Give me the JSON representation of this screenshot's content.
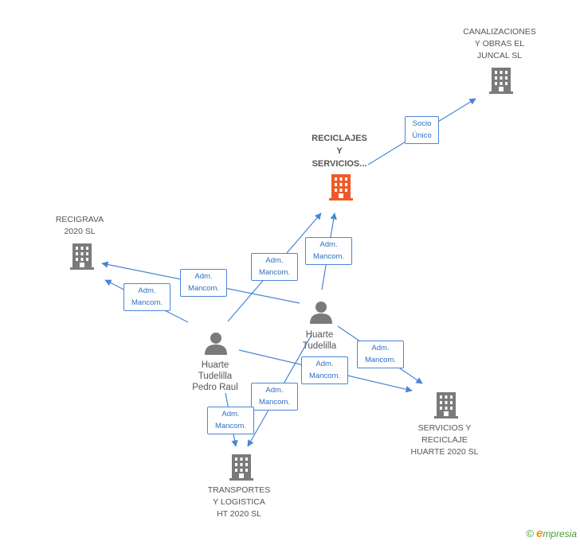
{
  "colors": {
    "edge": "#4a86d6",
    "building": "#7a7a7a",
    "focus_building": "#f05a28",
    "person": "#7a7a7a",
    "brand_green": "#4a9c3a",
    "brand_orange": "#f29400"
  },
  "companies": {
    "canalizaciones": "CANALIZACIONES\nY OBRAS EL\nJUNCAL SL",
    "reciclajes": "RECICLAJES\nY\nSERVICIOS...",
    "recigrava": "RECIGRAVA\n2020 SL",
    "servicios": "SERVICIOS Y\nRECICLAJE\nHUARTE 2020 SL",
    "transportes": "TRANSPORTES\nY LOGISTICA\nHT 2020 SL"
  },
  "persons": {
    "pedro": "Huarte\nTudelilla\nPedro Raul",
    "other": "Huarte\nTudelilla\n..."
  },
  "edge_labels": {
    "socio": "Socio\nÚnico",
    "adm": "Adm.\nMancom."
  },
  "footer": {
    "copyright": "©",
    "brand_initial": "e",
    "brand_rest": "mpresia"
  }
}
